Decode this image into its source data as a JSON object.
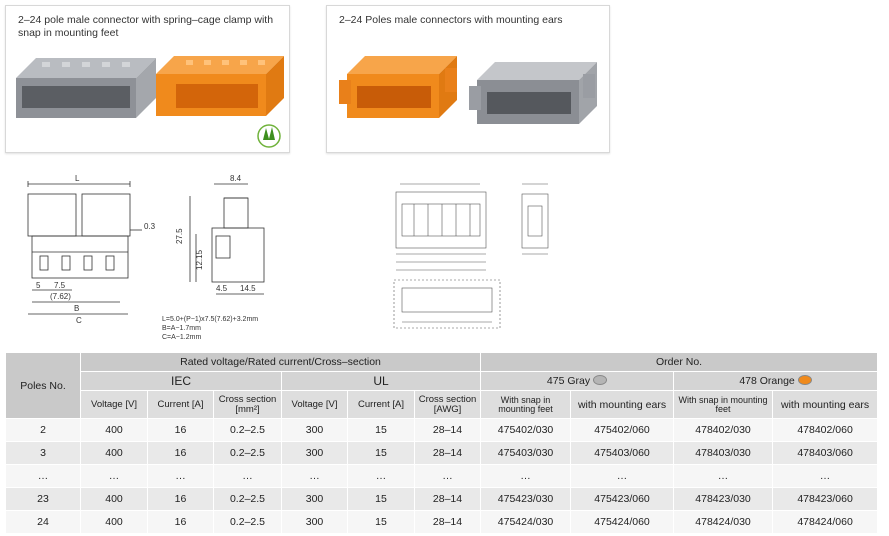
{
  "products": [
    {
      "title": "2–24 pole male connector with spring–cage clamp with snap in mounting feet"
    },
    {
      "title": "2–24 Poles male connectors with mounting ears"
    }
  ],
  "drawing_left": {
    "L": "L",
    "d_8_4": "8.4",
    "d_0_3": "0.3",
    "d_27_5": "27.5",
    "d_12_15": "12.15",
    "d_5": "5",
    "d_7_5": "7.5",
    "d_7_62": "(7.62)",
    "B": "B",
    "C": "C",
    "d_4_5": "4.5",
    "d_14_5": "14.5"
  },
  "formula": [
    "L=5.0+(P−1)x7.5(7.62)+3.2mm",
    "B=A−1.7mm",
    "C=A−1.2mm"
  ],
  "colors": {
    "gray": "#9a9da3",
    "orange": "#f08a1c",
    "header": "#c9c9c9"
  },
  "table": {
    "poles_header": "Poles No.",
    "rated_header": "Rated voltage/Rated current/Cross–section",
    "order_header": "Order No.",
    "iec": "IEC",
    "ul": "UL",
    "gray_label": "475 Gray",
    "orange_label": "478 Orange",
    "cols": {
      "voltage": "Voltage [V]",
      "current": "Current [A]",
      "cross_mm": "Cross section [mm²]",
      "cross_awg": "Cross section [AWG]",
      "snap": "With snap in mounting feet",
      "ears": "with mounting ears"
    },
    "rows": [
      [
        "2",
        "400",
        "16",
        "0.2–2.5",
        "300",
        "15",
        "28–14",
        "475402/030",
        "475402/060",
        "478402/030",
        "478402/060"
      ],
      [
        "3",
        "400",
        "16",
        "0.2–2.5",
        "300",
        "15",
        "28–14",
        "475403/030",
        "475403/060",
        "478403/030",
        "478403/060"
      ],
      [
        "…",
        "…",
        "…",
        "…",
        "…",
        "…",
        "…",
        "…",
        "…",
        "…",
        "…"
      ],
      [
        "23",
        "400",
        "16",
        "0.2–2.5",
        "300",
        "15",
        "28–14",
        "475423/030",
        "475423/060",
        "478423/030",
        "478423/060"
      ],
      [
        "24",
        "400",
        "16",
        "0.2–2.5",
        "300",
        "15",
        "28–14",
        "475424/030",
        "475424/060",
        "478424/030",
        "478424/060"
      ]
    ]
  }
}
